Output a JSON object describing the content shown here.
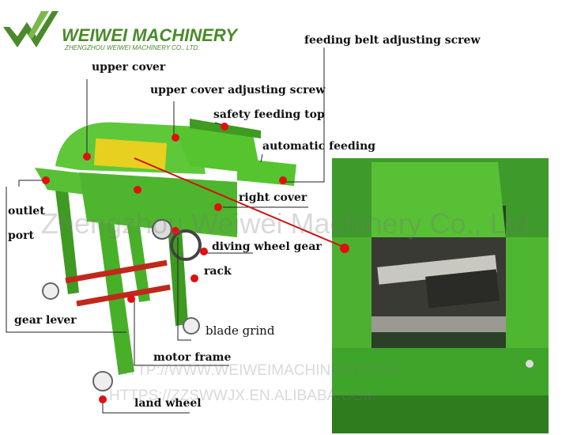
{
  "brand": {
    "name": "WEIWEI MACHINERY",
    "subtitle": "ZHENGZHOU WEIWEI MACHINERY CO., LTD.",
    "color": "#4a8a2a"
  },
  "labels": {
    "feeding_belt_adjusting_screw": "feeding belt adjusting screw",
    "upper_cover": "upper cover",
    "upper_cover_adjusting_screw": "upper cover adjusting screw",
    "safety_feeding_top": "safety feeding top",
    "automatic_feeding": "automatic feeding",
    "right_cover": "right cover",
    "outlet": "outlet",
    "port": "port",
    "diving_wheel_gear": "diving wheel gear",
    "rack": "rack",
    "gear_lever": "gear lever",
    "blade_grind": "blade grind",
    "motor_frame": "motor frame",
    "land_wheel": "land wheel"
  },
  "watermarks": {
    "center": "Zhengzhou Weiwei Machinery Co., Ltd.",
    "http": "HTTP://WWW.WEIWEIMACHINERY.COM",
    "https": "HTTPS://ZZSWWJX.EN.ALIBABA.COM"
  },
  "colors": {
    "machine_green": "#55c42f",
    "machine_dark_green": "#3f9a22",
    "callout_dot": "#e01010",
    "panel_yellow": "#e8d020"
  }
}
